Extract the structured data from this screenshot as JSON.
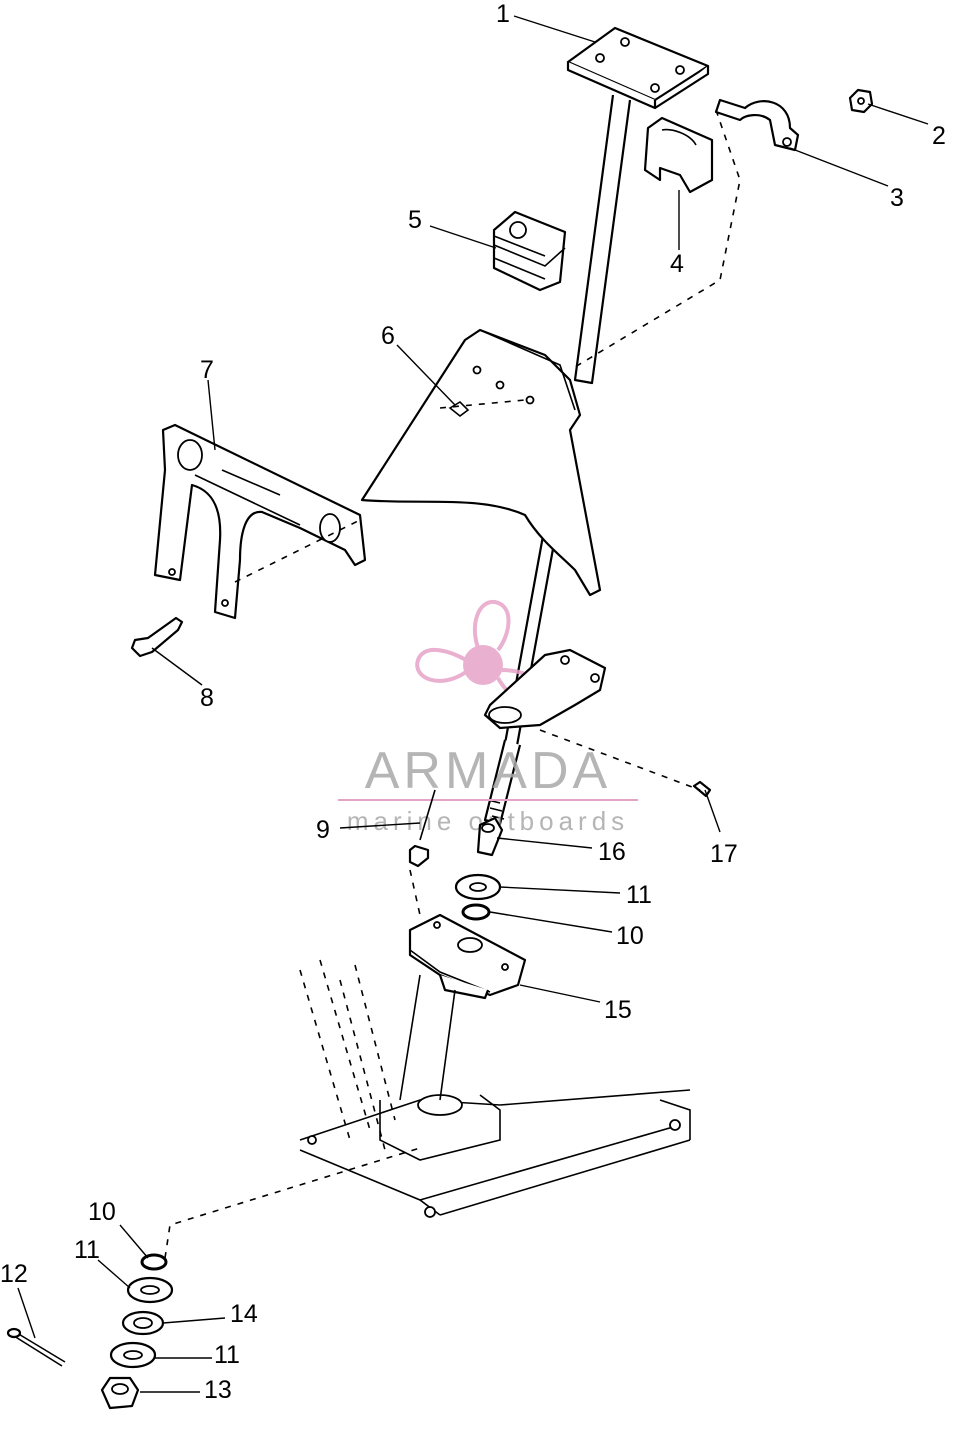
{
  "diagram": {
    "callouts": [
      {
        "id": "c1",
        "text": "1"
      },
      {
        "id": "c2",
        "text": "2"
      },
      {
        "id": "c3",
        "text": "3"
      },
      {
        "id": "c4",
        "text": "4"
      },
      {
        "id": "c5",
        "text": "5"
      },
      {
        "id": "c6",
        "text": "6"
      },
      {
        "id": "c7",
        "text": "7"
      },
      {
        "id": "c8",
        "text": "8"
      },
      {
        "id": "c9",
        "text": "9"
      },
      {
        "id": "c16",
        "text": "16"
      },
      {
        "id": "c17",
        "text": "17"
      },
      {
        "id": "c11a",
        "text": "11"
      },
      {
        "id": "c10a",
        "text": "10"
      },
      {
        "id": "c15",
        "text": "15"
      },
      {
        "id": "c10b",
        "text": "10"
      },
      {
        "id": "c11b",
        "text": "11"
      },
      {
        "id": "c14",
        "text": "14"
      },
      {
        "id": "c11c",
        "text": "11"
      },
      {
        "id": "c12",
        "text": "12"
      },
      {
        "id": "c13",
        "text": "13"
      }
    ]
  },
  "watermark": {
    "brand": "ARMADA",
    "tagline": "marine outboards",
    "logo_icon": "propeller-logo-icon",
    "color_logo": "#e6a3c8",
    "color_text": "#a9a9a9"
  }
}
